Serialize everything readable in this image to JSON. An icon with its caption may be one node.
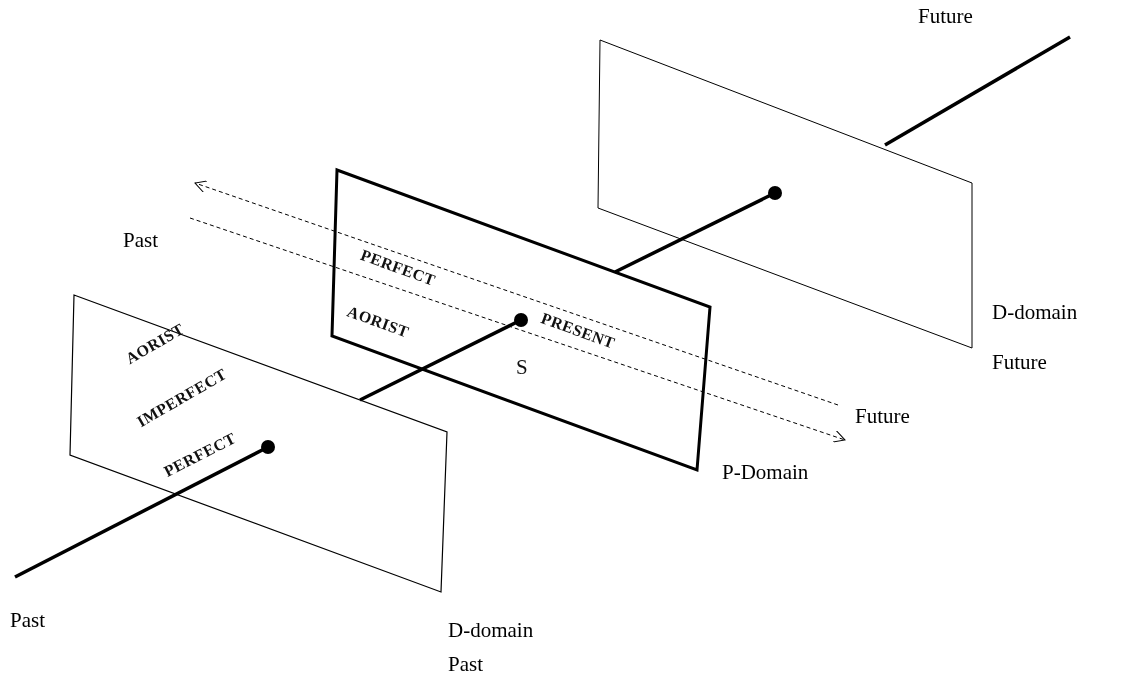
{
  "diagram": {
    "nodes": [
      {
        "text": [],
        "shape": "parallelogram",
        "beside": [
          "D-domain",
          "Future"
        ]
      },
      {
        "text": [
          "PERFECT",
          "PRESENT",
          "AORIST",
          "S"
        ],
        "beside": [
          "P-Domain"
        ]
      },
      {
        "text": [
          "AORIST",
          "IMPERFECT",
          "PERFECT"
        ],
        "beside": [
          "D-domain",
          "Past"
        ]
      }
    ],
    "labels": [
      "Future",
      "Past",
      "Future",
      "Past"
    ]
  }
}
